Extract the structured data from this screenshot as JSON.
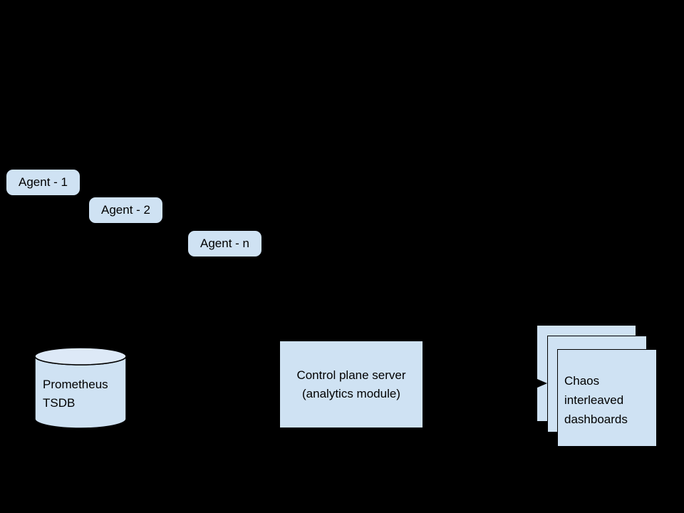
{
  "colors": {
    "background": "#000000",
    "shape_fill": "#cfe2f3",
    "cylinder_top_fill": "#dde9f7",
    "outline": "#000000",
    "text": "#000000"
  },
  "nodes": {
    "agents": [
      {
        "label": "Agent - 1"
      },
      {
        "label": "Agent - 2"
      },
      {
        "label": "Agent - n"
      }
    ],
    "tsdb": {
      "lines": [
        "Prometheus",
        "TSDB"
      ]
    },
    "control_plane": {
      "lines": [
        "Control plane server",
        "(analytics module)"
      ]
    },
    "dashboards": {
      "stack_count": 3,
      "lines": [
        "Chaos",
        "interleaved",
        "dashboards"
      ]
    }
  }
}
